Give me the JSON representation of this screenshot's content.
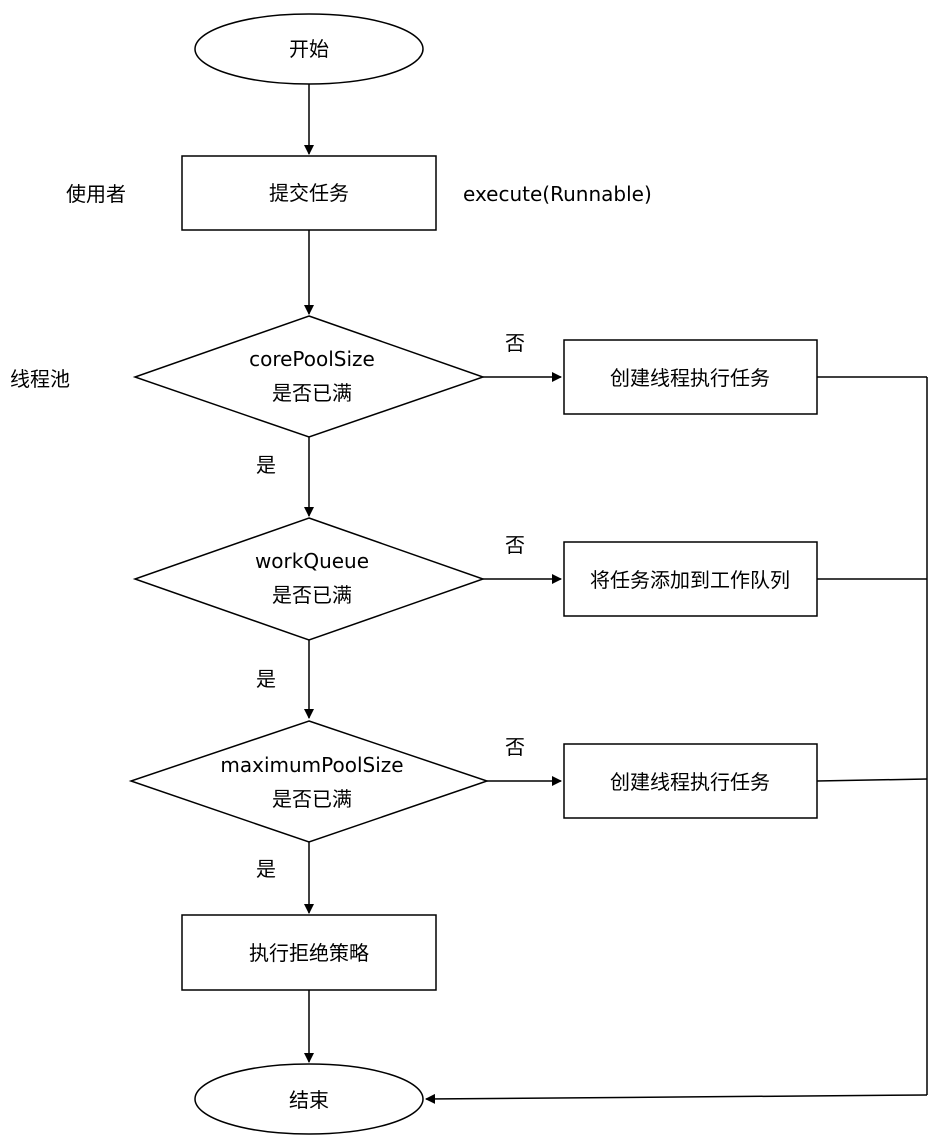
{
  "flowchart": {
    "start": "开始",
    "submit": "提交任务",
    "core_check_line1": "corePoolSize",
    "core_check_line2": "是否已满",
    "create_thread_1": "创建线程执行任务",
    "queue_check_line1": "workQueue",
    "queue_check_line2": "是否已满",
    "add_to_queue": "将任务添加到工作队列",
    "max_check_line1": "maximumPoolSize",
    "max_check_line2": "是否已满",
    "create_thread_2": "创建线程执行任务",
    "reject": "执行拒绝策略",
    "end": "结束"
  },
  "labels": {
    "user": "使用者",
    "pool": "线程池",
    "execute": "execute(Runnable)",
    "yes": "是",
    "no": "否"
  }
}
